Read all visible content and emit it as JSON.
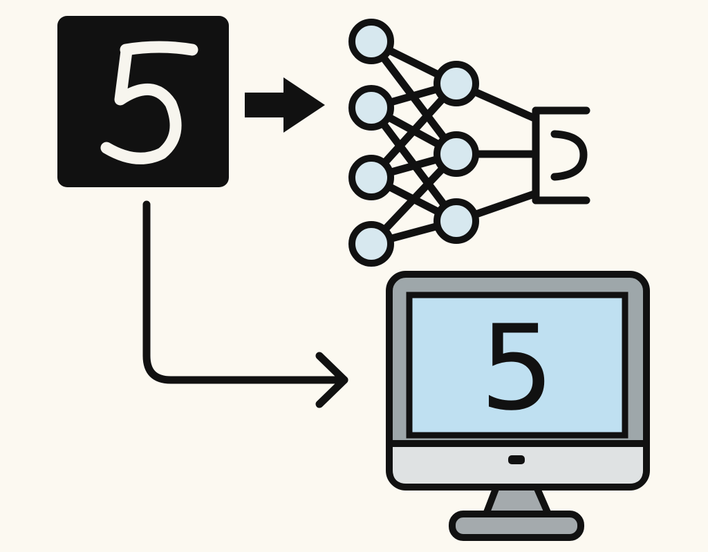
{
  "colors": {
    "background": "#fcf9f1",
    "ink": "#111111",
    "handwritten_digit": "#f7f5ee",
    "node_fill": "#d7e8ef",
    "screen_fill": "#bfe0f1",
    "monitor_frame": "#9ea7aa",
    "monitor_chin": "#dfe2e3",
    "stand_fill": "#a4aaad"
  },
  "input_image": {
    "digit": "5"
  },
  "monitor": {
    "digit": "5"
  },
  "icons": {
    "input": "handwritten-digit-image",
    "flow": "right-arrow-icon",
    "model": "neural-network-icon",
    "output": "monitor-icon"
  }
}
